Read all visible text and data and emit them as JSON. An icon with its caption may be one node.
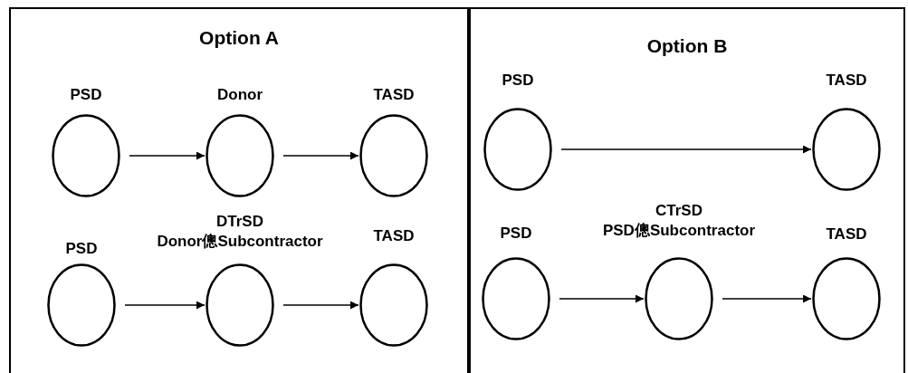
{
  "diagram": {
    "nodes": [
      {
        "text": [
          "Option A"
        ]
      },
      {
        "text": [
          "PSD"
        ],
        "in": 0
      },
      {
        "text": [
          "Donor"
        ],
        "in": 0
      },
      {
        "text": [
          "TASD"
        ],
        "in": 0
      },
      {
        "text": [
          "PSD"
        ],
        "in": 0
      },
      {
        "text": [
          "DTrSD",
          "Donor傯Subcontractor"
        ],
        "in": 0
      },
      {
        "text": [
          "TASD"
        ],
        "in": 0
      },
      {
        "text": [
          "Option B"
        ]
      },
      {
        "text": [
          "PSD"
        ],
        "in": 7
      },
      {
        "text": [
          "TASD"
        ],
        "in": 7
      },
      {
        "text": [
          "PSD"
        ],
        "in": 7
      },
      {
        "text": [
          "CTrSD",
          "PSD傯Subcontractor"
        ],
        "in": 7
      },
      {
        "text": [
          "TASD"
        ],
        "in": 7
      }
    ],
    "edges": [
      {
        "from": 1,
        "to": 2,
        "arrow": "to"
      },
      {
        "from": 2,
        "to": 3,
        "arrow": "to"
      },
      {
        "from": 4,
        "to": 5,
        "arrow": "to"
      },
      {
        "from": 5,
        "to": 6,
        "arrow": "to"
      },
      {
        "from": 8,
        "to": 9,
        "arrow": "to"
      },
      {
        "from": 10,
        "to": 11,
        "arrow": "to"
      },
      {
        "from": 11,
        "to": 12,
        "arrow": "to"
      }
    ]
  }
}
